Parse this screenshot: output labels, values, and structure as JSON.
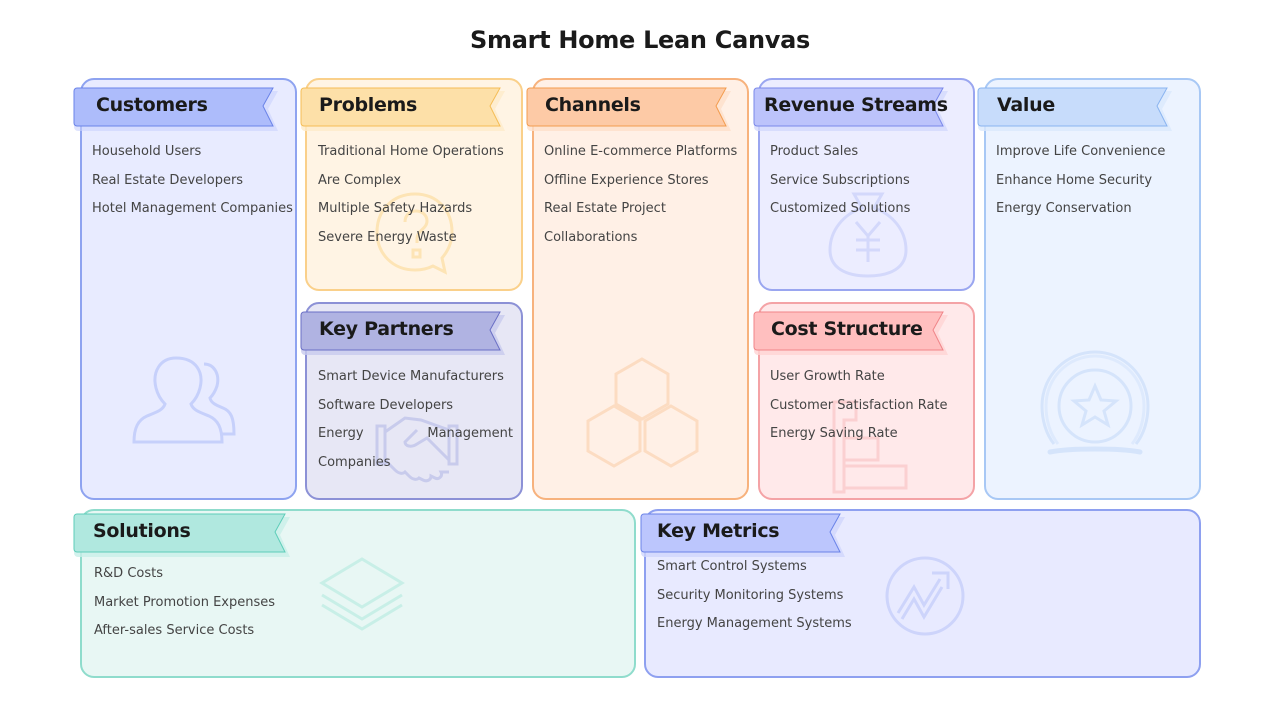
{
  "title": "Smart Home Lean Canvas",
  "colors": {
    "customers": {
      "bg": "#e8ebff",
      "border": "#8ea3f0",
      "ribbon": "#adbcfb",
      "ribbon_border": "#6a83e8",
      "icon": "#c6d0fb"
    },
    "problems": {
      "bg": "#fff4e4",
      "border": "#fad08a",
      "ribbon": "#fde0a8",
      "ribbon_border": "#f5bd56",
      "icon": "#fde4b5"
    },
    "channels": {
      "bg": "#fff0e6",
      "border": "#f7b27d",
      "ribbon": "#fdcaa6",
      "ribbon_border": "#f39c4f",
      "icon": "#fcdcc2"
    },
    "revenue_streams": {
      "bg": "#ecedff",
      "border": "#9aa6f0",
      "ribbon": "#bcc3fb",
      "ribbon_border": "#7a88ea",
      "icon": "#d3d8fb"
    },
    "value": {
      "bg": "#ecf3ff",
      "border": "#a8c8f5",
      "ribbon": "#c7dcfb",
      "ribbon_border": "#8ab4f0",
      "icon": "#d5e4fb"
    },
    "key_partners": {
      "bg": "#e7e7f5",
      "border": "#8c91d6",
      "ribbon": "#b0b3e2",
      "ribbon_border": "#6a6fc5",
      "icon": "#c8cbec"
    },
    "cost_structure": {
      "bg": "#ffe9ea",
      "border": "#f4a3a6",
      "ribbon": "#ffbfbf",
      "ribbon_border": "#f08488",
      "icon": "#fbd0d1"
    },
    "solutions": {
      "bg": "#e8f7f4",
      "border": "#8fdccc",
      "ribbon": "#b0e8df",
      "ribbon_border": "#5ecdb9",
      "icon": "#c8efe7"
    },
    "key_metrics": {
      "bg": "#e8eaff",
      "border": "#8ea0f0",
      "ribbon": "#bcc6fd",
      "ribbon_border": "#6a83e8",
      "icon": "#cdd4fb"
    }
  },
  "sections": {
    "customers": {
      "label": "Customers",
      "icon": "users-icon",
      "items": [
        "Household Users",
        "Real Estate Developers",
        "Hotel Management Companies"
      ]
    },
    "problems": {
      "label": "Problems",
      "icon": "question-bubble-icon",
      "items": [
        "Traditional Home Operations",
        "Are Complex",
        "Multiple Safety Hazards",
        "Severe Energy Waste"
      ]
    },
    "channels": {
      "label": "Channels",
      "icon": "hexagons-icon",
      "items": [
        "Online E-commerce Platforms",
        "Offline Experience Stores",
        "Real Estate Project",
        "Collaborations"
      ]
    },
    "revenue_streams": {
      "label": "Revenue Streams",
      "icon": "money-bag-icon",
      "items": [
        "Product Sales",
        "Service Subscriptions",
        "Customized Solutions"
      ]
    },
    "value": {
      "label": "Value",
      "icon": "star-medal-icon",
      "items": [
        "Improve Life Convenience",
        "Enhance Home Security",
        "Energy Conservation"
      ]
    },
    "key_partners": {
      "label": "Key Partners",
      "icon": "handshake-icon",
      "items": [
        "Smart Device Manufacturers",
        "Software Developers",
        "Energy",
        "Management",
        "Companies"
      ]
    },
    "cost_structure": {
      "label": "Cost Structure",
      "icon": "key-icon",
      "items": [
        "User Growth Rate",
        "Customer Satisfaction Rate",
        "Energy Saving Rate"
      ]
    },
    "solutions": {
      "label": "Solutions",
      "icon": "layers-icon",
      "items": [
        "R&D Costs",
        "Market Promotion Expenses",
        "After-sales Service Costs"
      ]
    },
    "key_metrics": {
      "label": "Key Metrics",
      "icon": "growth-chart-icon",
      "items": [
        "Smart Control Systems",
        "Security Monitoring Systems",
        "Energy Management Systems"
      ]
    }
  }
}
